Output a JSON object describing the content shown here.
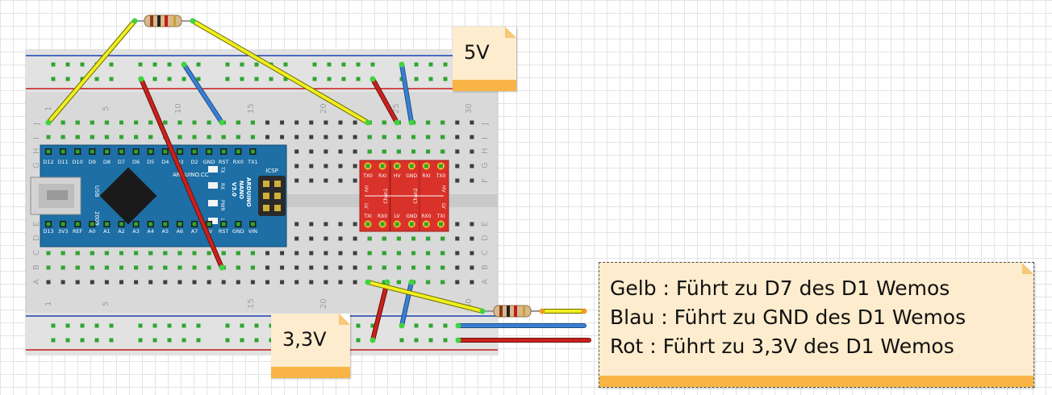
{
  "breadboard": {
    "column_numbers": [
      "1",
      "5",
      "10",
      "15",
      "20",
      "25",
      "30"
    ],
    "row_letters_top": [
      "J",
      "I",
      "H",
      "G",
      "F"
    ],
    "row_letters_bottom": [
      "E",
      "D",
      "C",
      "B",
      "A"
    ]
  },
  "arduino_nano": {
    "top_pins": [
      "D12",
      "D11",
      "D10",
      "D9",
      "D8",
      "D7",
      "D6",
      "D5",
      "D4",
      "D3",
      "D2",
      "GND",
      "RST",
      "RX0",
      "TX1"
    ],
    "bottom_pins": [
      "D13",
      "3V3",
      "REF",
      "A0",
      "A1",
      "A2",
      "A3",
      "A4",
      "A5",
      "A6",
      "A7",
      "5V",
      "RST",
      "GND",
      "VIN"
    ],
    "brand": "ARDUINO.CC",
    "name_lines": [
      "ARDUINO",
      "NANO",
      "V3.0"
    ],
    "usb_label": "USB",
    "year_label": "2009",
    "icsp_label": "ICSP",
    "led_labels": [
      "TX",
      "RX",
      "PWR",
      "L"
    ]
  },
  "level_shifter": {
    "top_pins": [
      "TX0",
      "RXI",
      "HV",
      "GND",
      "RXI",
      "TX0"
    ],
    "bottom_pins": [
      "TXI",
      "RX0",
      "LV",
      "GND",
      "RX0",
      "TXI"
    ],
    "channel_labels": [
      "Chan1",
      "Chan2"
    ],
    "side_labels": [
      "HV",
      "LV"
    ]
  },
  "notes": {
    "five_volt": "5V",
    "three_volt": "3,3V",
    "legend": [
      "Gelb : Führt zu D7 des D1 Wemos",
      "Blau : Führt zu GND des D1 Wemos",
      "Rot : Führt zu 3,3V des D1 Wemos"
    ]
  },
  "colors": {
    "wire_yellow": "#f0ee1e",
    "wire_blue": "#3b7fd0",
    "wire_red": "#c8221c",
    "board_blue": "#1d6fa5",
    "shifter_red": "#d8322a",
    "note_fill": "#fdeccd",
    "note_strip": "#f8b444"
  }
}
